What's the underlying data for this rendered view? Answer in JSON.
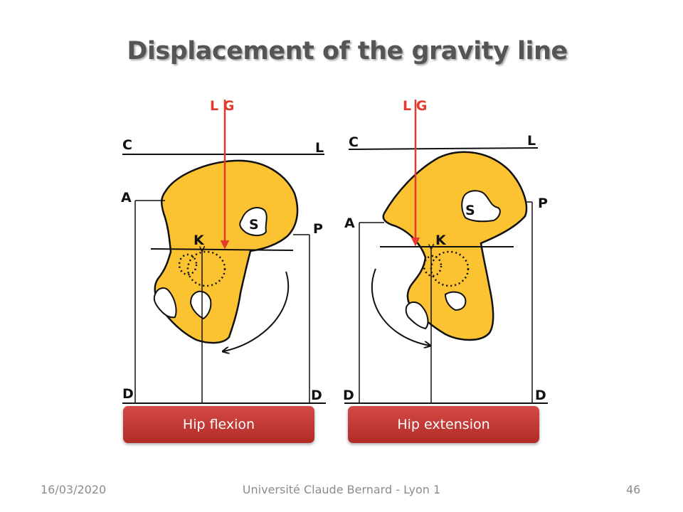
{
  "slide": {
    "title": "Displacement of the gravity line",
    "footer": {
      "date": "16/03/2020",
      "institution": "Université Claude Bernard - Lyon 1",
      "page": "46"
    }
  },
  "left_panel": {
    "gravity_label": "L G",
    "labels": {
      "C": "C",
      "L": "L",
      "A": "A",
      "P": "P",
      "K": "K",
      "S": "S",
      "D_left": "D",
      "D_right": "D"
    },
    "caption": "Hip flexion"
  },
  "right_panel": {
    "gravity_label": "L G",
    "labels": {
      "C": "C",
      "L": "L",
      "A": "A",
      "P": "P",
      "K": "K",
      "S": "S",
      "D_left": "D",
      "D_right": "D"
    },
    "caption": "Hip extension"
  },
  "colors": {
    "bone": "#fbc232",
    "gravity_line": "#e53a2a",
    "caption_bg": "#c13833",
    "title": "#555555"
  }
}
